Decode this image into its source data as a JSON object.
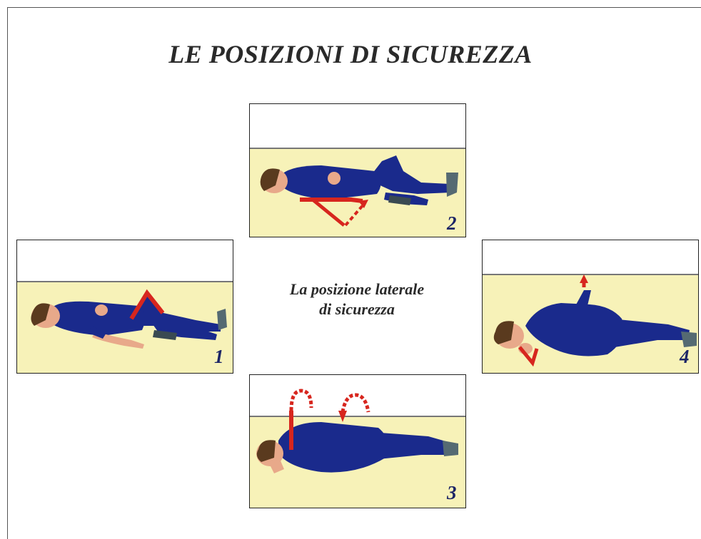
{
  "page": {
    "title": "LE POSIZIONI DI SICUREZZA",
    "caption_line1": "La posizione laterale",
    "caption_line2": "di sicurezza"
  },
  "panels": [
    {
      "step": "1"
    },
    {
      "step": "2"
    },
    {
      "step": "3"
    },
    {
      "step": "4"
    }
  ],
  "colors": {
    "floor": "#f7f2b8",
    "body": "#1a2a8c",
    "skin": "#e8a98a",
    "hair": "#5a3a1e",
    "arrow": "#d7261e",
    "number": "#1c2566"
  }
}
